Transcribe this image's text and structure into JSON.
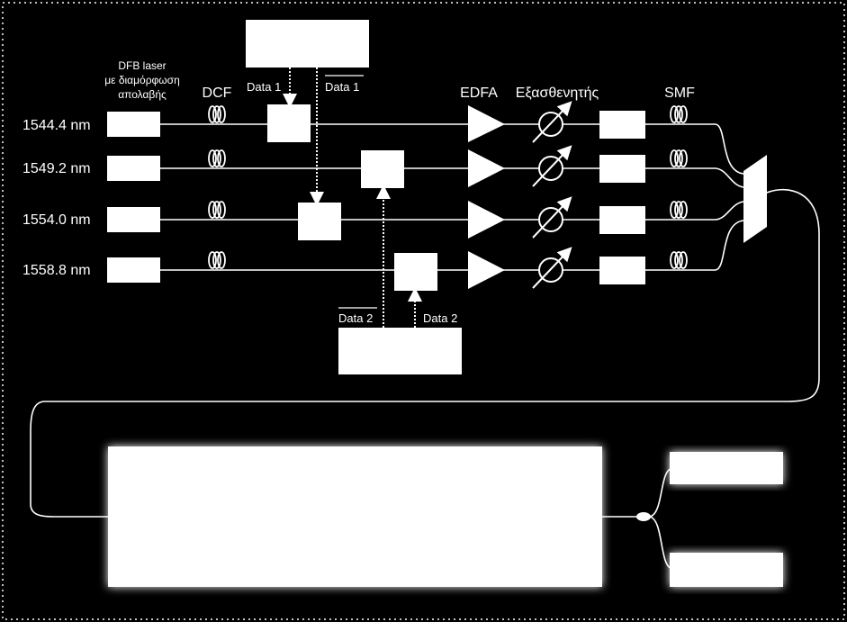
{
  "wavelengths": [
    "1544.4 nm",
    "1549.2 nm",
    "1554.0 nm",
    "1558.8 nm"
  ],
  "labels": {
    "laser_line1": "DFB laser",
    "laser_line2": "με διαμόρφωση",
    "laser_line3": "απολαβής",
    "dcf": "DCF",
    "edfa": "EDFA",
    "attenuator": "Εξασθενητής",
    "smf": "SMF",
    "data1": "Data 1",
    "data1_bar": "Data 1",
    "data2_bar": "Data 2",
    "data2": "Data 2"
  },
  "colors": {
    "background": "#000000",
    "foreground": "#ffffff",
    "glow": "#ffffff"
  },
  "icons": [
    "fiber-coil-icon",
    "amplifier-triangle-icon",
    "variable-attenuator-icon",
    "multiplexer-icon",
    "splitter-icon"
  ]
}
